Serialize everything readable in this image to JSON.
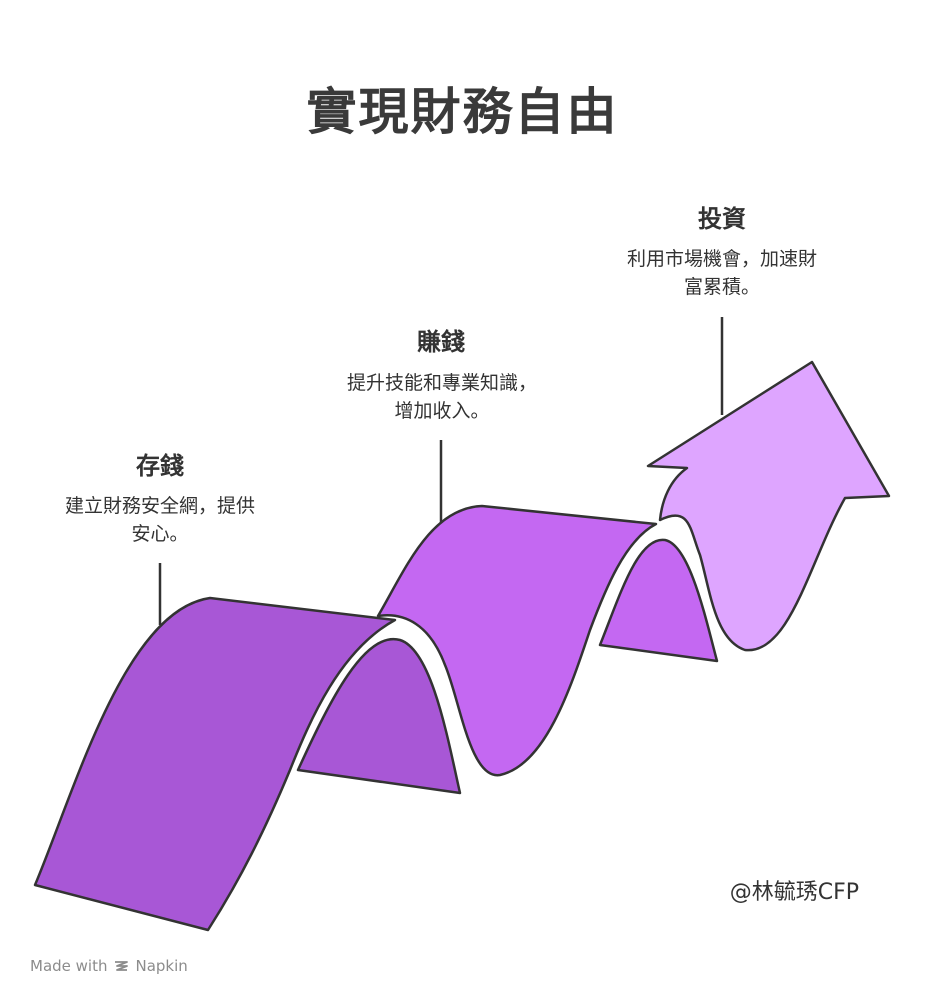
{
  "title": "實現財務自由",
  "stages": [
    {
      "title": "存錢",
      "description_line1": "建立財務安全網，提供",
      "description_line2": "安心。"
    },
    {
      "title": "賺錢",
      "description_line1": "提升技能和專業知識，",
      "description_line2": "增加收入。"
    },
    {
      "title": "投資",
      "description_line1": "利用市場機會，加速財",
      "description_line2": "富累積。"
    }
  ],
  "attribution": "@林毓琇CFP",
  "footer": {
    "made_with": "Made with",
    "brand": "Napkin"
  },
  "colors": {
    "ribbon_1": "#a857d6",
    "ribbon_2": "#c468f2",
    "arrow": "#dea5ff",
    "outline": "#333333"
  }
}
